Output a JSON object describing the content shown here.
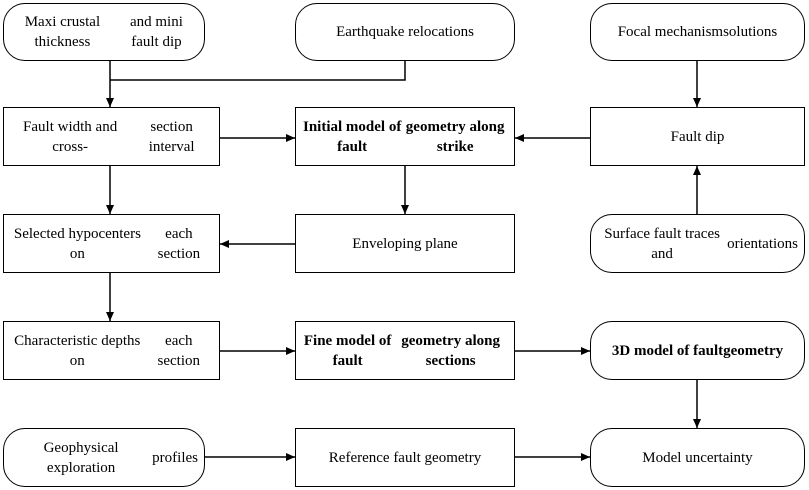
{
  "diagram": {
    "nodes": {
      "crustal": {
        "lines": [
          "Maxi crustal thickness",
          "and mini fault dip"
        ],
        "shape": "rounded",
        "bold": false
      },
      "relocations": {
        "lines": [
          "Earthquake relocations"
        ],
        "shape": "rounded",
        "bold": false
      },
      "focal": {
        "lines": [
          "Focal mechanism",
          "solutions"
        ],
        "shape": "rounded",
        "bold": false
      },
      "width": {
        "lines": [
          "Fault width and cross-",
          "section interval"
        ],
        "shape": "rect",
        "bold": false
      },
      "initial": {
        "lines": [
          "Initial model of fault",
          "geometry along strike"
        ],
        "shape": "rect",
        "bold": true
      },
      "dip": {
        "lines": [
          "Fault dip"
        ],
        "shape": "rect",
        "bold": false
      },
      "hypocenters": {
        "lines": [
          "Selected hypocenters on",
          "each section"
        ],
        "shape": "rect",
        "bold": false
      },
      "enveloping": {
        "lines": [
          "Enveloping plane"
        ],
        "shape": "rect",
        "bold": false
      },
      "surface": {
        "lines": [
          "Surface fault traces and",
          "orientations"
        ],
        "shape": "rounded",
        "bold": false
      },
      "depths": {
        "lines": [
          "Characteristic depths on",
          "each section"
        ],
        "shape": "rect",
        "bold": false
      },
      "fine": {
        "lines": [
          "Fine model of fault",
          "geometry along sections"
        ],
        "shape": "rect",
        "bold": true
      },
      "model3d": {
        "lines": [
          "3D model of fault",
          "geometry"
        ],
        "shape": "rounded",
        "bold": true
      },
      "geophysical": {
        "lines": [
          "Geophysical exploration",
          "profiles"
        ],
        "shape": "rounded",
        "bold": false
      },
      "reference": {
        "lines": [
          "Reference fault geometry"
        ],
        "shape": "rect",
        "bold": false
      },
      "uncertainty": {
        "lines": [
          "Model uncertainty"
        ],
        "shape": "rounded",
        "bold": false
      }
    },
    "edges": [
      {
        "from": "crustal",
        "to": "width"
      },
      {
        "from": "relocations",
        "to": "width"
      },
      {
        "from": "focal",
        "to": "dip"
      },
      {
        "from": "width",
        "to": "initial"
      },
      {
        "from": "dip",
        "to": "initial"
      },
      {
        "from": "width",
        "to": "hypocenters"
      },
      {
        "from": "initial",
        "to": "enveloping"
      },
      {
        "from": "enveloping",
        "to": "hypocenters"
      },
      {
        "from": "surface",
        "to": "dip"
      },
      {
        "from": "hypocenters",
        "to": "depths"
      },
      {
        "from": "depths",
        "to": "fine"
      },
      {
        "from": "fine",
        "to": "model3d"
      },
      {
        "from": "model3d",
        "to": "uncertainty"
      },
      {
        "from": "geophysical",
        "to": "reference"
      },
      {
        "from": "reference",
        "to": "uncertainty"
      }
    ]
  }
}
